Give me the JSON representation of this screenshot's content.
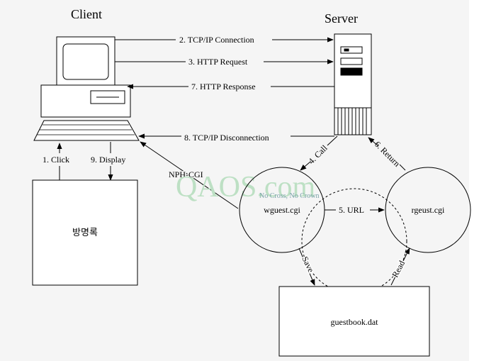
{
  "titles": {
    "client": "Client",
    "server": "Server"
  },
  "steps": {
    "connection": "2. TCP/IP Connection",
    "request": "3. HTTP Request",
    "response": "7. HTTP Response",
    "disconnection": "8. TCP/IP Disconnection",
    "click": "1. Click",
    "display": "9. Display",
    "call": "4. Call",
    "return": "6. Return",
    "url": "5. URL",
    "nph": "NPH-CGI",
    "save": "Save",
    "read": "Read"
  },
  "boxes": {
    "guestbook_page": "방명록",
    "guestbook_file": "guestbook.dat"
  },
  "circles": {
    "wguest": "wguest.cgi",
    "rgeust": "rgeust.cgi"
  },
  "watermark": {
    "text": "QAOS.com",
    "tagline": "No Cross, No Crown"
  },
  "colors": {
    "background": "#f5f5f5",
    "line": "#000000",
    "watermark": "#bde0c4",
    "tagline": "#7aa3a8"
  }
}
